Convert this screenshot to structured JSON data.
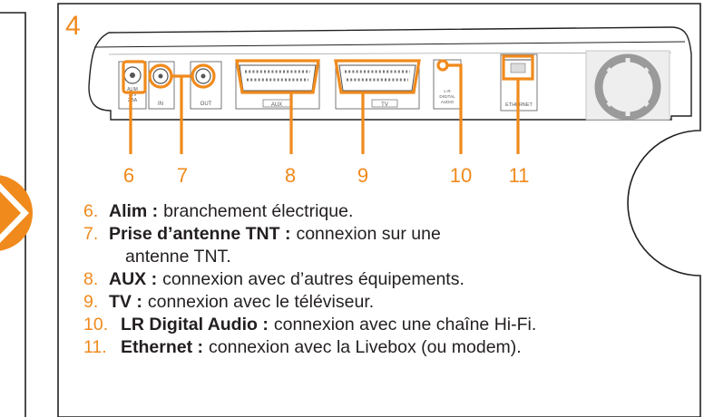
{
  "step_number": "4",
  "port_markings": {
    "alim": [
      "ALIM",
      "12V",
      "2.5A"
    ],
    "in": "IN",
    "out": "OUT",
    "aux": "AUX",
    "tv": "TV",
    "digital_audio": [
      "L-R",
      "DIGITAL",
      "AUDIO"
    ],
    "ethernet": "ETHERNET"
  },
  "callouts": [
    "6",
    "7",
    "8",
    "9",
    "10",
    "11"
  ],
  "items": [
    {
      "num": "6.",
      "label": "Alim :",
      "text": "branchement électrique."
    },
    {
      "num": "7.",
      "label": "Prise d’antenne TNT :",
      "text": "connexion sur une",
      "text2": "antenne TNT."
    },
    {
      "num": "8.",
      "label": "AUX :",
      "text": "connexion avec d’autres équipements."
    },
    {
      "num": "9.",
      "label": "TV :",
      "text": "connexion avec le téléviseur."
    },
    {
      "num": "10.",
      "label": "LR Digital Audio :",
      "text": "connexion avec une chaîne Hi-Fi."
    },
    {
      "num": "11.",
      "label": "Ethernet :",
      "text": "connexion avec la Livebox (ou modem)."
    }
  ],
  "colors": {
    "accent": "#f08a1c",
    "line": "#231f20"
  }
}
